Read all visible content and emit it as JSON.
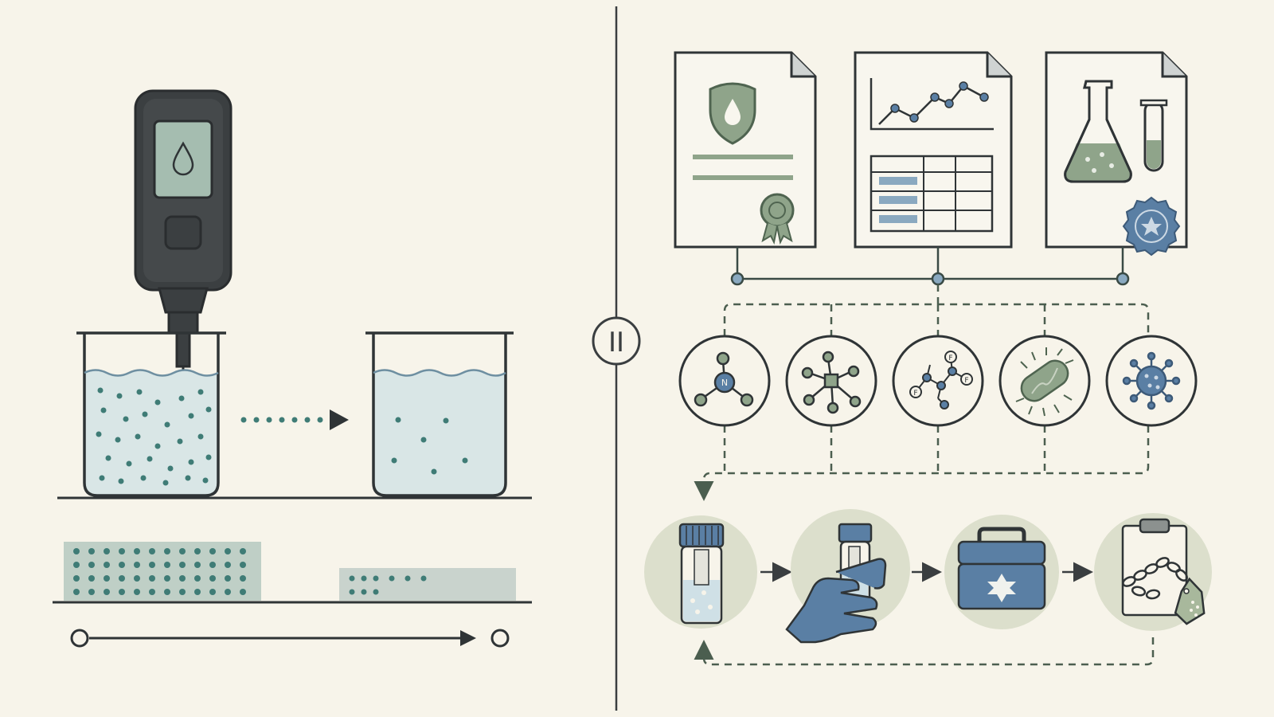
{
  "diagram": {
    "divider_symbol": "II",
    "molecule_labels": {
      "amine": "N",
      "fluoro": "F"
    },
    "left_panel": {
      "meter_display_icon": "water-drop-icon",
      "arrow_style": "dotted"
    },
    "documents": [
      {
        "icon": "shield-water-drop-icon",
        "kind": "certificate"
      },
      {
        "icon": "line-chart-icon",
        "kind": "report-with-table"
      },
      {
        "icon": "flask-and-test-tube-icon",
        "kind": "lab-approval"
      }
    ],
    "contaminants": [
      {
        "icon": "ammonia-molecule-icon"
      },
      {
        "icon": "organic-molecule-icon"
      },
      {
        "icon": "pfas-molecule-icon"
      },
      {
        "icon": "bacteria-icon"
      },
      {
        "icon": "virus-icon"
      }
    ],
    "sampling_steps": [
      {
        "icon": "sample-vial-icon"
      },
      {
        "icon": "gloved-hand-vial-icon"
      },
      {
        "icon": "cooler-box-icon"
      },
      {
        "icon": "chain-of-custody-clipboard-icon"
      }
    ]
  },
  "colors": {
    "background": "#f7f4ea",
    "ink": "#2f3436",
    "teal": "#3f7c76",
    "sage": "#8fa48a",
    "water": "#d9e6e6",
    "blue": "#5a7fa4",
    "circle_fill": "#dcdfcc"
  }
}
